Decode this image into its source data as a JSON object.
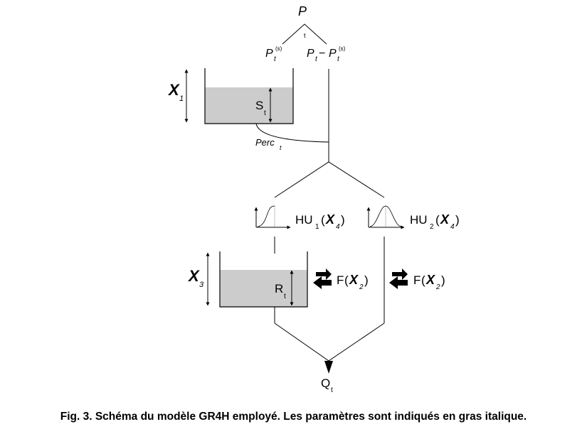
{
  "diagram": {
    "rain": {
      "symbol": "P",
      "sub": "t"
    },
    "net_rain_left": {
      "symbol": "P",
      "sub": "t",
      "sup": "(s)"
    },
    "net_rain_right": {
      "symbol_a": "P",
      "sub_a": "t",
      "minus": "−",
      "symbol_b": "P",
      "sub_b": "t",
      "sup_b": "(s)"
    },
    "prod_store_param": {
      "symbol": "X",
      "sub": "1"
    },
    "prod_store_level": {
      "symbol": "S",
      "sub": "t"
    },
    "percolation": {
      "symbol": "Perc",
      "sub": "t"
    },
    "uh1": {
      "name": "HU",
      "sub": "1",
      "param": "X",
      "param_sub": "4",
      "open": "(",
      "close": ")"
    },
    "uh2": {
      "name": "HU",
      "sub": "2",
      "param": "X",
      "param_sub": "4",
      "open": "(",
      "close": ")"
    },
    "routing_store_param": {
      "symbol": "X",
      "sub": "3"
    },
    "routing_store_level": {
      "symbol": "R",
      "sub": "t"
    },
    "exchange_left": {
      "name": "F",
      "param": "X",
      "param_sub": "2",
      "open": "(",
      "close": ")"
    },
    "exchange_right": {
      "name": "F",
      "param": "X",
      "param_sub": "2",
      "open": "(",
      "close": ")"
    },
    "outflow": {
      "symbol": "Q",
      "sub": "t"
    },
    "colors": {
      "line": "#000000",
      "store_fill": "#cccccc",
      "background": "#ffffff"
    }
  },
  "caption": "Fig. 3. Schéma du modèle GR4H employé. Les paramètres sont indiqués en gras italique."
}
